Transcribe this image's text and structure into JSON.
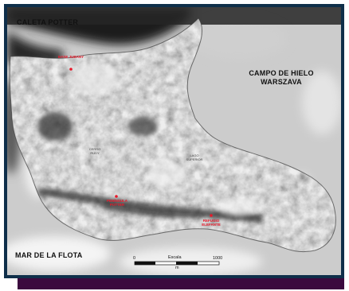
{
  "labels": {
    "caleta": "CALETA POTTER",
    "campo_line1": "CAMPO DE HIELO",
    "campo_line2": "WARSZAVA",
    "mar": "MAR DE LA FLOTA"
  },
  "places": {
    "p1": "BASE JUBANY",
    "p2_line1": "PENÍNSULA",
    "p2_line2": "POTTER",
    "p3_line1": "REFUGIO",
    "p3_line2": "ELEFANTE"
  },
  "features": {
    "f1_line1": "CERRO",
    "f1_line2": "RUDY",
    "f2_line1": "LAGO",
    "f2_line2": "SUPERIOR"
  },
  "scale": {
    "start": "0",
    "title": "Escala",
    "end": "1000",
    "unit": "m"
  },
  "colors": {
    "frame": "#0f2f4a",
    "shadow": "#3b0a3e",
    "marker": "#e8192a"
  }
}
